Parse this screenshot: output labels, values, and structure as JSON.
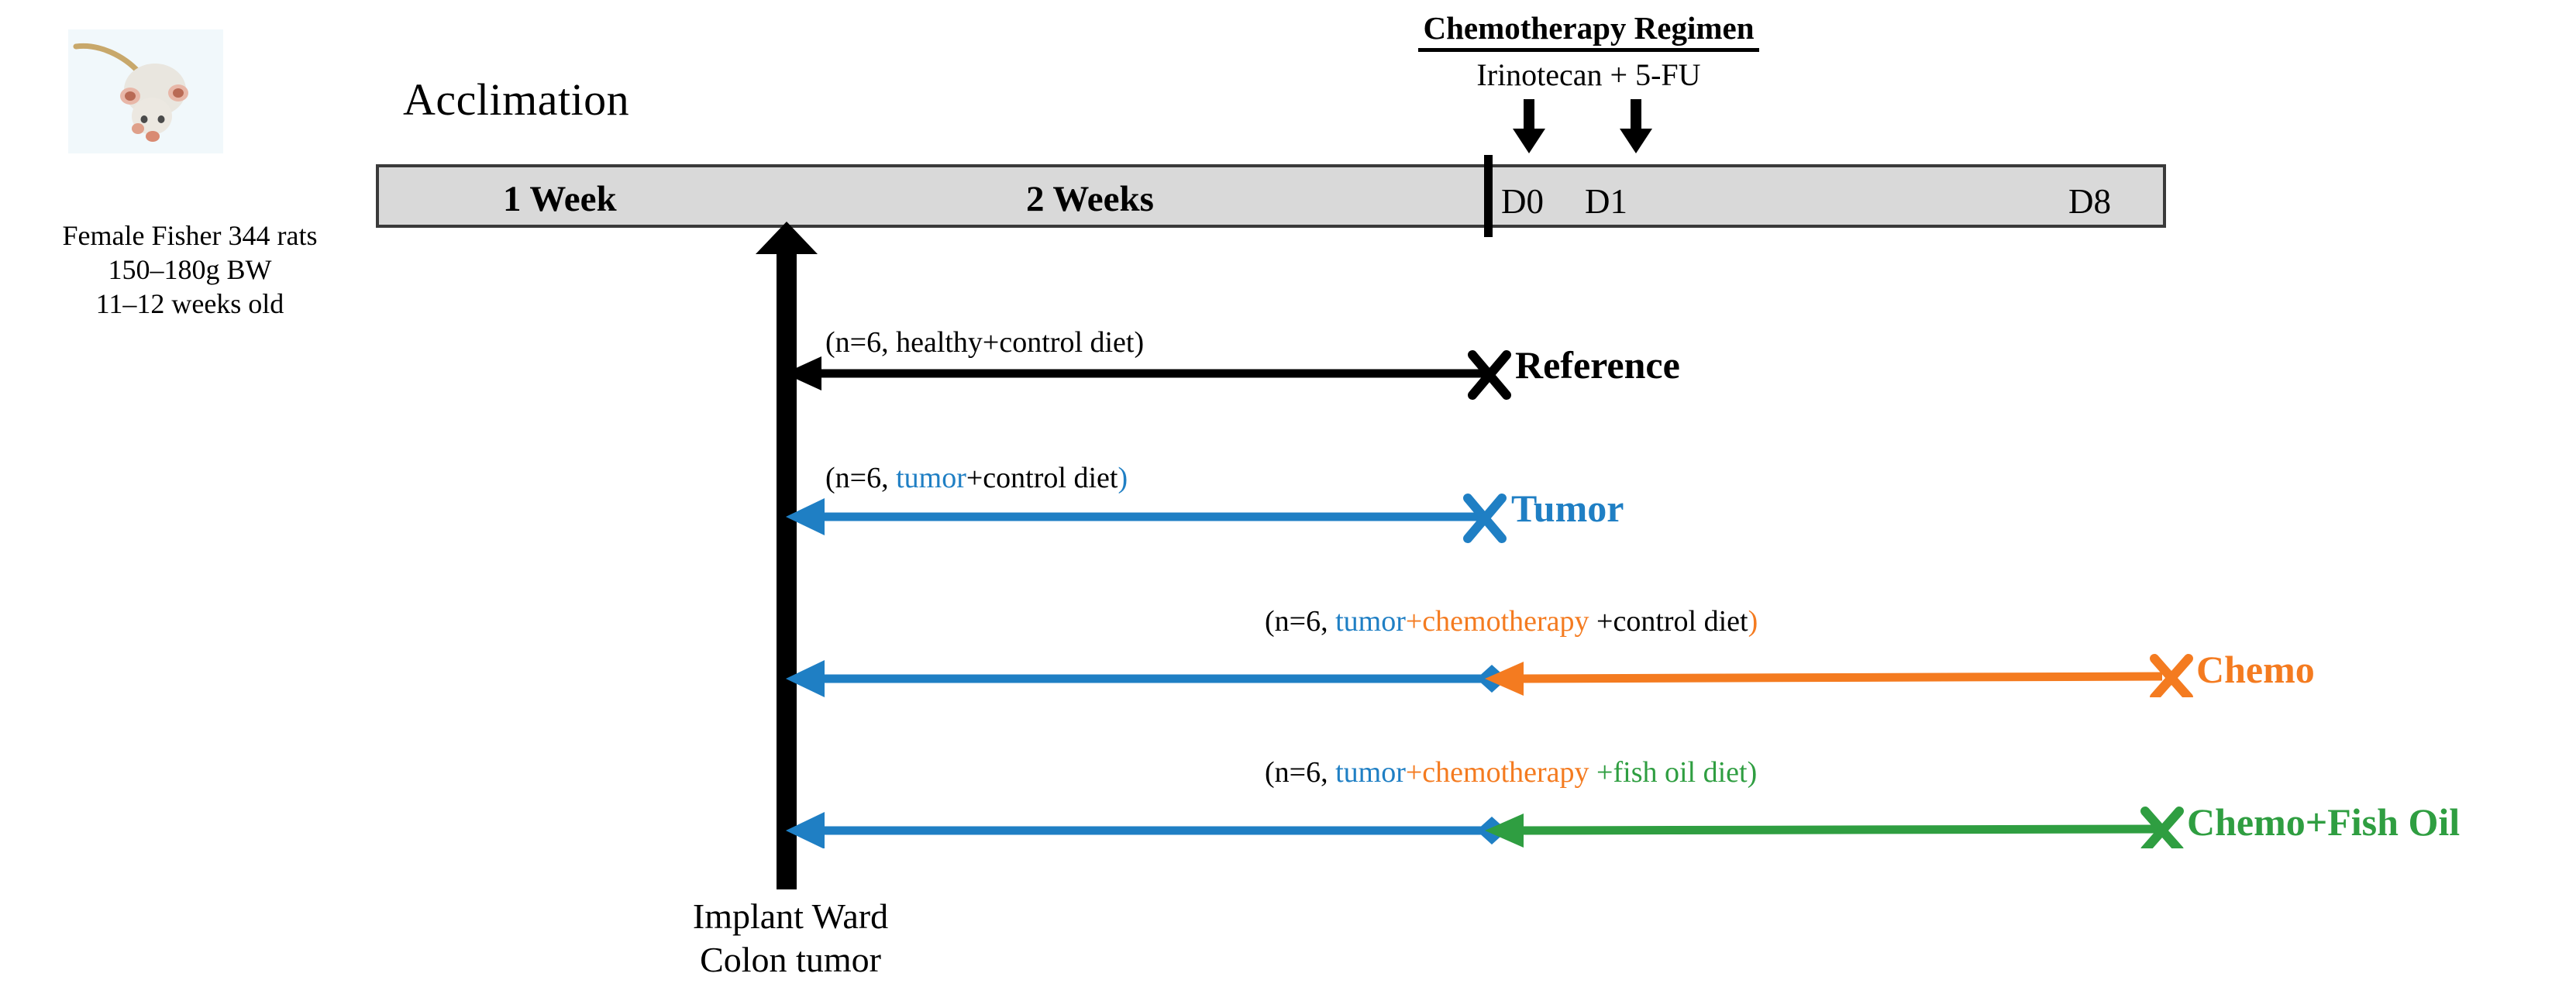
{
  "figure": {
    "type": "experimental-timeline-diagram",
    "animal_photo_alt": "laboratory rat"
  },
  "animal_info": {
    "line1": "Female Fisher 344 rats",
    "line2": "150–180g BW",
    "line3": "11–12 weeks old"
  },
  "timeline": {
    "acclimation_label": "Acclimation",
    "segments": [
      {
        "label": "1 Week"
      },
      {
        "label": "2 Weeks"
      }
    ],
    "days": [
      {
        "label": "D0"
      },
      {
        "label": "D1"
      },
      {
        "label": "D8"
      }
    ]
  },
  "chemo_regimen": {
    "title": "Chemotherapy Regimen",
    "drugs": "Irinotecan + 5-FU",
    "arrow_1_name": "irinotecan-dose-arrow",
    "arrow_2_name": "5fu-dose-arrow"
  },
  "implant": {
    "line1": "Implant Ward",
    "line2": "Colon tumor"
  },
  "groups": [
    {
      "name": "reference",
      "label": "Reference",
      "label_color": "#000000",
      "note_parts": [
        {
          "text": "(n=6, healthy+control diet)",
          "color": "#000000"
        }
      ],
      "arrow_color": "#000000",
      "endpoint_marker": "X"
    },
    {
      "name": "tumor",
      "label": "Tumor",
      "label_color": "#1f7fc4",
      "note_parts": [
        {
          "text": "(n=6, ",
          "color": "#000000"
        },
        {
          "text": "tumor",
          "color": "#1f7fc4"
        },
        {
          "text": "+control diet",
          "color": "#000000"
        },
        {
          "text": ")",
          "color": "#1f7fc4"
        }
      ],
      "arrow_color": "#1f7fc4",
      "endpoint_marker": "X"
    },
    {
      "name": "chemo",
      "label": "Chemo",
      "label_color": "#f47b20",
      "note_parts": [
        {
          "text": "(n=6, ",
          "color": "#000000"
        },
        {
          "text": "tumor",
          "color": "#1f7fc4"
        },
        {
          "text": "+chemotherapy ",
          "color": "#f47b20"
        },
        {
          "text": "+control diet",
          "color": "#000000"
        },
        {
          "text": ")",
          "color": "#f47b20"
        }
      ],
      "arrow_color": "#1f7fc4",
      "arrow_color_2": "#f47b20",
      "endpoint_marker": "X"
    },
    {
      "name": "chemo-fish-oil",
      "label": "Chemo+Fish  Oil",
      "label_color": "#2f9e41",
      "note_parts": [
        {
          "text": "(n=6, ",
          "color": "#000000"
        },
        {
          "text": "tumor",
          "color": "#1f7fc4"
        },
        {
          "text": "+chemotherapy ",
          "color": "#f47b20"
        },
        {
          "text": "+fish oil diet",
          "color": "#2f9e41"
        },
        {
          "text": ")",
          "color": "#2f9e41"
        }
      ],
      "arrow_color": "#1f7fc4",
      "arrow_color_2": "#2f9e41",
      "endpoint_marker": "X"
    }
  ],
  "colors": {
    "blue": "#1f7fc4",
    "orange": "#f47b20",
    "green": "#2f9e41",
    "black": "#000000",
    "bar_fill": "#d9d9d9",
    "bar_border": "#3a3a3a"
  }
}
